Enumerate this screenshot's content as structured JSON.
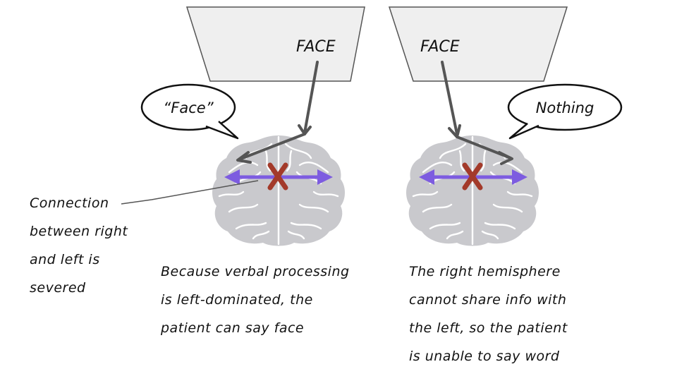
{
  "left_panel": {
    "screen_word": "FACE",
    "speech": "“Face”",
    "caption_lines": [
      "Because verbal processing",
      "is left-dominated, the",
      "patient can say face"
    ]
  },
  "right_panel": {
    "screen_word": "FACE",
    "speech": "Nothing",
    "caption_lines": [
      "The right hemisphere",
      "cannot share info with",
      "the left, so the patient",
      "is unable to say word"
    ]
  },
  "callout": {
    "lines": [
      "Connection",
      "between right",
      "and left is",
      "severed"
    ]
  },
  "colors": {
    "brain": "#c9c9cd",
    "brain_outline": "#ffffff",
    "screen": "#efefef",
    "arrow": "#555555",
    "connection": "#7d5ce0",
    "sever_mark": "#a33a2a"
  }
}
